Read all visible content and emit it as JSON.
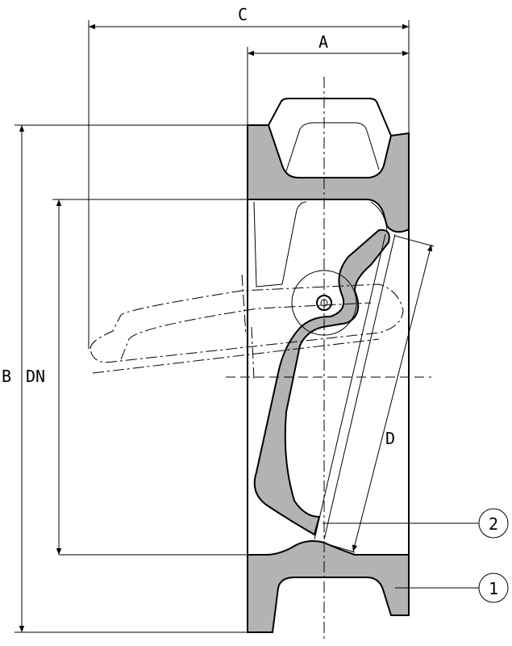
{
  "drawing": {
    "dimensions": {
      "overall_length": "C",
      "body_length": "A",
      "outer_diameter": "B",
      "nominal_diameter": "DN",
      "disc_diameter": "D"
    },
    "callouts": [
      {
        "number": "1"
      },
      {
        "number": "2"
      }
    ],
    "colors": {
      "section_fill": "#b3b3b3",
      "line": "#000000"
    }
  }
}
